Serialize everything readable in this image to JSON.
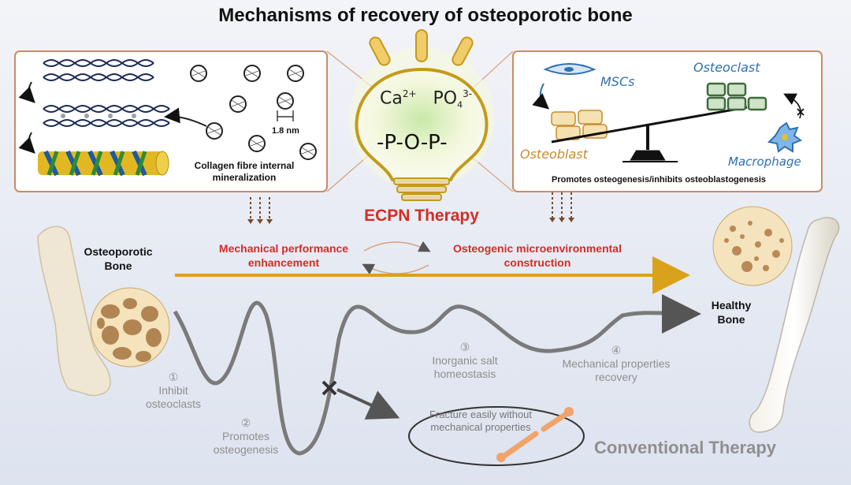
{
  "title": "Mechanisms of recovery of osteoporotic bone",
  "left_panel": {
    "caption": "Collagen fibre internal mineralization",
    "measure": "1.8 nm"
  },
  "bulb": {
    "ion1": "Ca",
    "ion1_sup": "2+",
    "ion2": "PO",
    "ion2_sup": "3-",
    "ion2_sub": "4",
    "chain": "-P-O-P-"
  },
  "right_panel": {
    "msc": "MSCs",
    "osteoclast": "Osteoclast",
    "osteoblast": "Osteoblast",
    "macrophage": "Macrophage",
    "caption": "Promotes osteogenesis/inhibits osteoblastogenesis"
  },
  "therapy": "ECPN Therapy",
  "mechanical": "Mechanical performance enhancement",
  "osteogenic": "Osteogenic microenvironmental construction",
  "osteoporotic_bone": "Osteoporotic Bone",
  "healthy_bone": "Healthy Bone",
  "steps": [
    {
      "num": "①",
      "label": "Inhibit osteoclasts"
    },
    {
      "num": "②",
      "label": "Promotes osteogenesis"
    },
    {
      "num": "③",
      "label": "Inorganic salt homeostasis"
    },
    {
      "num": "④",
      "label": "Mechanical properties recovery"
    }
  ],
  "fracture": "Fracture easily without mechanical properties",
  "conventional": "Conventional Therapy",
  "colors": {
    "accent_red": "#d32d26",
    "gold": "#d9a21a",
    "panel_border": "#c98b67",
    "osteoclast_green": "#3f6b3a",
    "hand_blue": "#2f6fb3"
  }
}
